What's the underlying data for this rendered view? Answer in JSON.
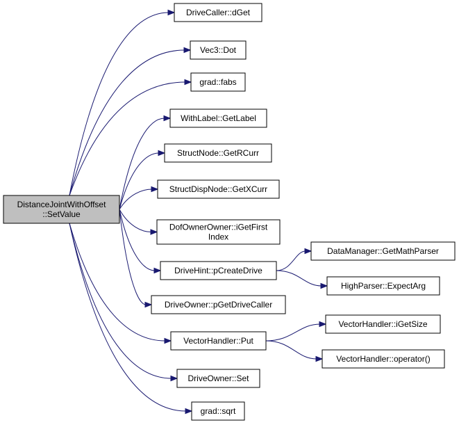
{
  "graph": {
    "nodes": [
      {
        "id": "root",
        "lines": [
          "DistanceJointWithOffset",
          "::SetValue"
        ],
        "root": true
      },
      {
        "id": "n1",
        "lines": [
          "DriveCaller::dGet"
        ]
      },
      {
        "id": "n2",
        "lines": [
          "Vec3::Dot"
        ]
      },
      {
        "id": "n3",
        "lines": [
          "grad::fabs"
        ]
      },
      {
        "id": "n4",
        "lines": [
          "WithLabel::GetLabel"
        ]
      },
      {
        "id": "n5",
        "lines": [
          "StructNode::GetRCurr"
        ]
      },
      {
        "id": "n6",
        "lines": [
          "StructDispNode::GetXCurr"
        ]
      },
      {
        "id": "n7",
        "lines": [
          "DofOwnerOwner::iGetFirst",
          "Index"
        ]
      },
      {
        "id": "n8",
        "lines": [
          "DriveHint::pCreateDrive"
        ]
      },
      {
        "id": "n9",
        "lines": [
          "DriveOwner::pGetDriveCaller"
        ]
      },
      {
        "id": "n10",
        "lines": [
          "VectorHandler::Put"
        ]
      },
      {
        "id": "n11",
        "lines": [
          "DriveOwner::Set"
        ]
      },
      {
        "id": "n12",
        "lines": [
          "grad::sqrt"
        ]
      },
      {
        "id": "n13",
        "lines": [
          "DataManager::GetMathParser"
        ]
      },
      {
        "id": "n14",
        "lines": [
          "HighParser::ExpectArg"
        ]
      },
      {
        "id": "n15",
        "lines": [
          "VectorHandler::iGetSize"
        ]
      },
      {
        "id": "n16",
        "lines": [
          "VectorHandler::operator()"
        ]
      }
    ],
    "edges": [
      {
        "from": "root",
        "to": "n1"
      },
      {
        "from": "root",
        "to": "n2"
      },
      {
        "from": "root",
        "to": "n3"
      },
      {
        "from": "root",
        "to": "n4"
      },
      {
        "from": "root",
        "to": "n5"
      },
      {
        "from": "root",
        "to": "n6"
      },
      {
        "from": "root",
        "to": "n7"
      },
      {
        "from": "root",
        "to": "n8"
      },
      {
        "from": "root",
        "to": "n9"
      },
      {
        "from": "root",
        "to": "n10"
      },
      {
        "from": "root",
        "to": "n11"
      },
      {
        "from": "root",
        "to": "n12"
      },
      {
        "from": "n8",
        "to": "n13"
      },
      {
        "from": "n8",
        "to": "n14"
      },
      {
        "from": "n10",
        "to": "n15"
      },
      {
        "from": "n10",
        "to": "n16"
      }
    ],
    "colors": {
      "edge": "#191970",
      "root_fill": "#bfbfbf",
      "node_fill": "#ffffff",
      "border": "#000000"
    }
  }
}
